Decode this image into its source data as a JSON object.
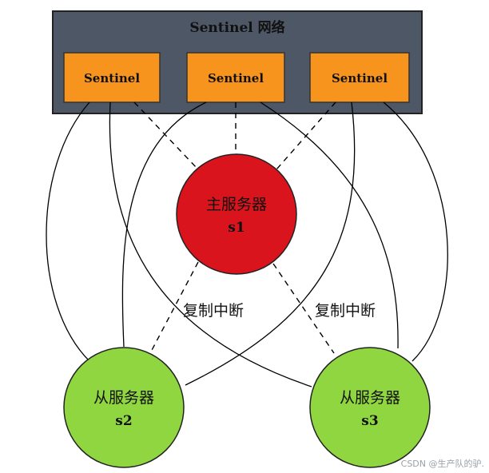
{
  "network": {
    "title": "Sentinel 网络",
    "sentinels": [
      {
        "label": "Sentinel"
      },
      {
        "label": "Sentinel"
      },
      {
        "label": "Sentinel"
      }
    ]
  },
  "master": {
    "label": "主服务器",
    "id": "s1"
  },
  "slaves": [
    {
      "label": "从服务器",
      "id": "s2"
    },
    {
      "label": "从服务器",
      "id": "s3"
    }
  ],
  "links": {
    "broken_label_left": "复制中断",
    "broken_label_right": "复制中断"
  },
  "watermark": "CSDN @生产队的驴.",
  "colors": {
    "network_bg": "#4b5563",
    "sentinel_fill": "#f7941d",
    "master_fill": "#d9141c",
    "slave_fill": "#8fd641",
    "line": "#000000"
  }
}
